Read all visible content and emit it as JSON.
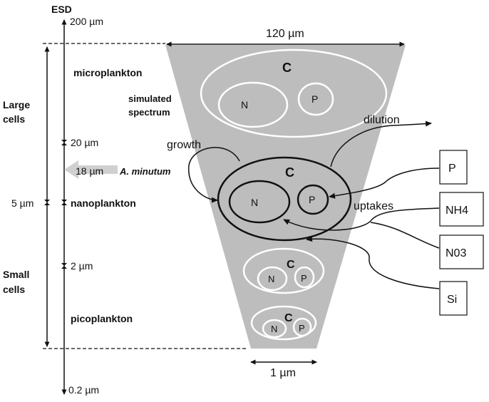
{
  "axis": {
    "title": "ESD",
    "ticks": [
      "200 µm",
      "20 µm",
      "5 µm",
      "2 µm",
      "0.2 µm"
    ]
  },
  "size_classes": {
    "large": [
      "Large",
      "cells"
    ],
    "small": [
      "Small",
      "cells"
    ]
  },
  "plankton_labels": [
    "microplankton",
    "nanoplankton",
    "picoplankton"
  ],
  "spectrum_label": [
    "simulated",
    "spectrum"
  ],
  "marker": {
    "size": "18 µm",
    "species": "A. minutum"
  },
  "widths": {
    "top": "120 µm",
    "bottom": "1 µm"
  },
  "cells": {
    "carbon": "C",
    "nitrogen": "N",
    "phosphorus": "P"
  },
  "processes": {
    "dilution": "dilution",
    "growth": "growth",
    "uptakes": "uptakes"
  },
  "nutrients": [
    "P",
    "NH4",
    "N03",
    "Si"
  ],
  "colors": {
    "funnel": "#bdbdbd",
    "ink": "#111111",
    "cell_outline_light": "#ffffff",
    "marker_arrow": "#d0d0d0"
  }
}
